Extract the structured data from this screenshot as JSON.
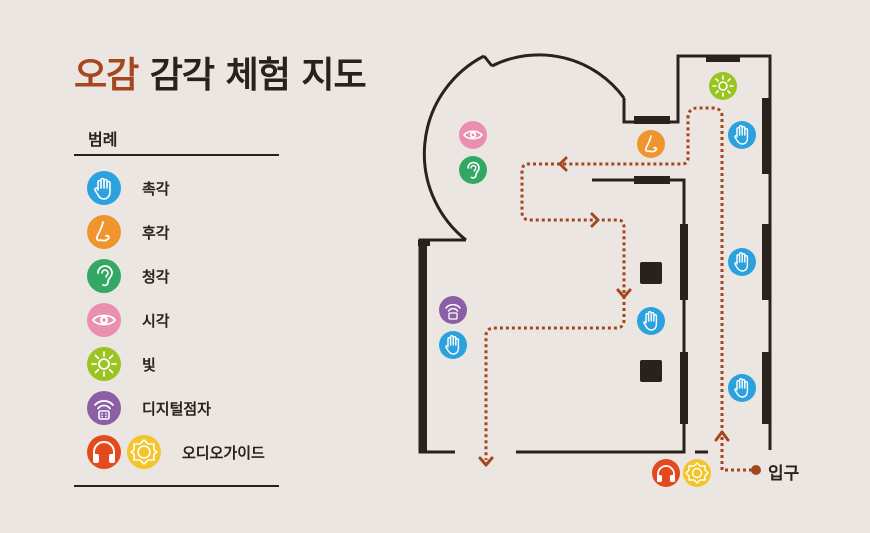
{
  "title": {
    "accent": "오감",
    "rest": "감각 체험 지도"
  },
  "legend": {
    "heading": "범례",
    "items": [
      {
        "icon": "hand-icon",
        "label": "촉각",
        "color": "#2ba2de"
      },
      {
        "icon": "nose-icon",
        "label": "후각",
        "color": "#f0952e"
      },
      {
        "icon": "ear-icon",
        "label": "청각",
        "color": "#33a865"
      },
      {
        "icon": "eye-icon",
        "label": "시각",
        "color": "#ea8fb0"
      },
      {
        "icon": "light-icon",
        "label": "빛",
        "color": "#9ac420"
      },
      {
        "icon": "digital-braille-icon",
        "label": "디지털점자",
        "color": "#8b5fa6"
      }
    ],
    "audio_guide": {
      "label": "오디오가이드",
      "colors": [
        "#e34b1f",
        "#f4c52a"
      ]
    }
  },
  "map": {
    "entrance_label": "입구",
    "route_color": "#a6461f"
  }
}
